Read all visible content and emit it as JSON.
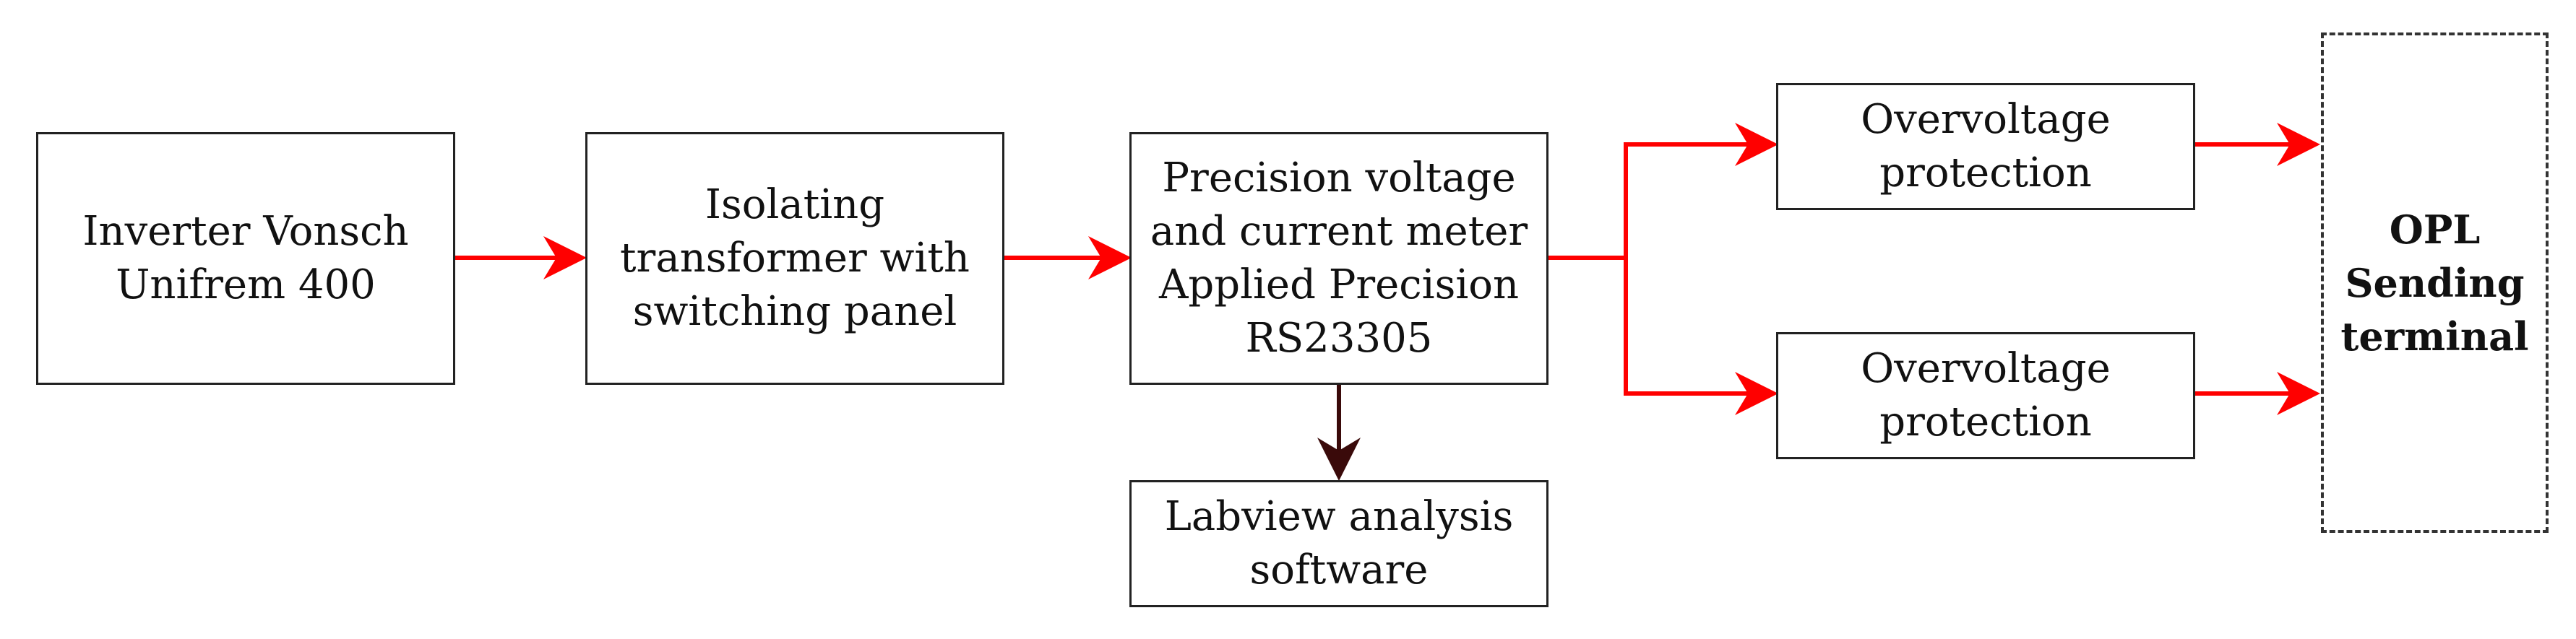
{
  "colors": {
    "arrow": "#ff0000",
    "down_arrow": "#3a0a0a",
    "border": "#222222"
  },
  "blocks": {
    "inverter": {
      "lines": [
        "Inverter Vonsch",
        "Unifrem 400"
      ]
    },
    "transformer": {
      "lines": [
        "Isolating",
        "transformer with",
        "switching panel"
      ]
    },
    "meter": {
      "lines": [
        "Precision voltage",
        "and current meter",
        "Applied Precision",
        "RS23305"
      ]
    },
    "labview": {
      "lines": [
        "Labview analysis",
        "software"
      ]
    },
    "protection_top": {
      "lines": [
        "Overvoltage",
        "protection"
      ]
    },
    "protection_bottom": {
      "lines": [
        "Overvoltage",
        "protection"
      ]
    },
    "opl": {
      "lines": [
        "OPL",
        "Sending",
        "terminal"
      ]
    }
  }
}
